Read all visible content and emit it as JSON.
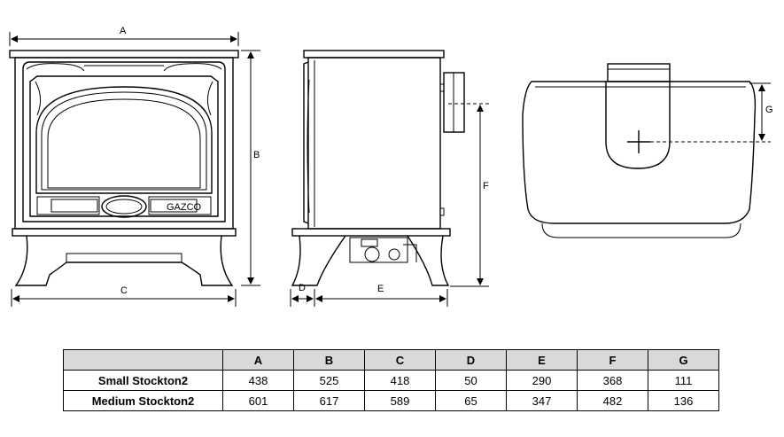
{
  "dimension_labels": {
    "a": "A",
    "b": "B",
    "c": "C",
    "d": "D",
    "e": "E",
    "f": "F",
    "g": "G"
  },
  "badge_text": "GAZCO",
  "table": {
    "headers": [
      "",
      "A",
      "B",
      "C",
      "D",
      "E",
      "F",
      "G"
    ],
    "rows": [
      {
        "name": "Small Stockton2",
        "values": [
          "438",
          "525",
          "418",
          "50",
          "290",
          "368",
          "111"
        ]
      },
      {
        "name": "Medium Stockton2",
        "values": [
          "601",
          "617",
          "589",
          "65",
          "347",
          "482",
          "136"
        ]
      }
    ]
  }
}
